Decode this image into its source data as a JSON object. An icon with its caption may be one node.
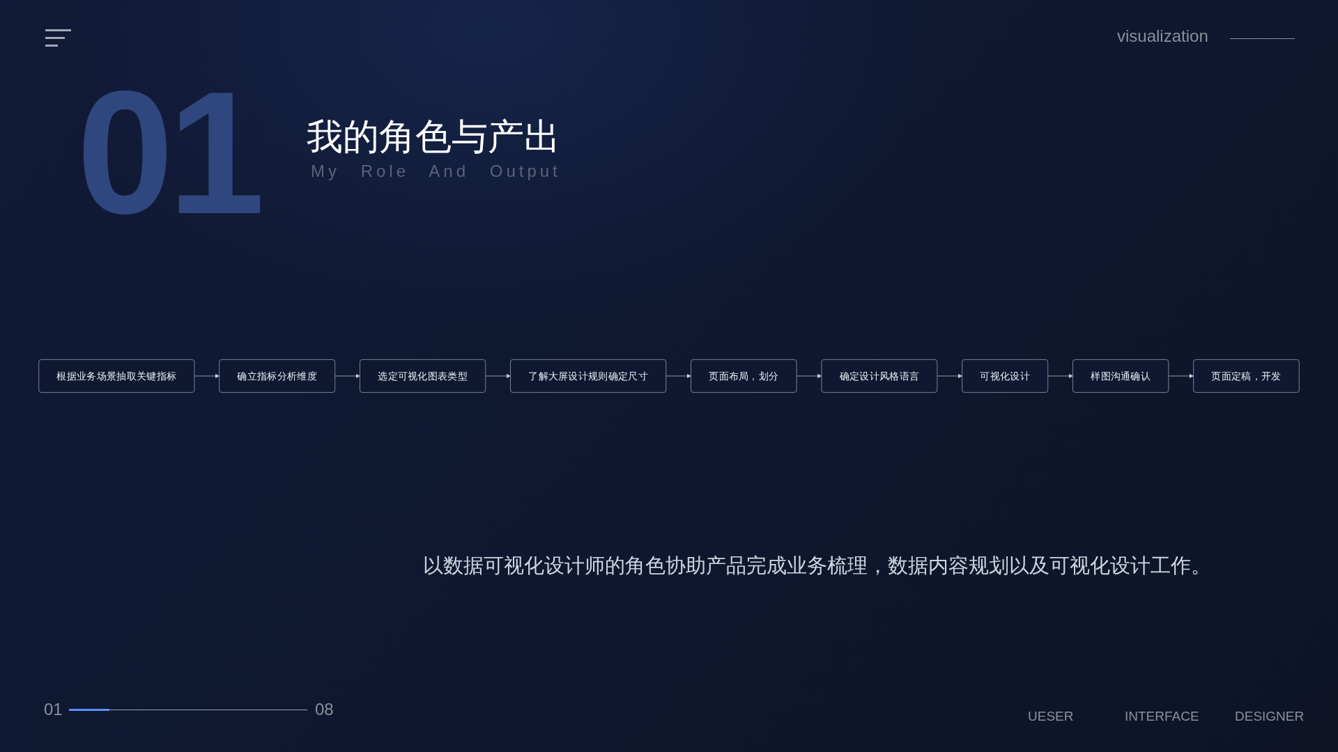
{
  "diagram": {
    "title": "我的角色与产出",
    "nodes": [
      {
        "text": [
          "根据业务场景抽取关键指标"
        ]
      },
      {
        "text": [
          "确立指标分析维度"
        ]
      },
      {
        "text": [
          "选定可视化图表类型"
        ]
      },
      {
        "text": [
          "了解大屏设计规则确定尺寸"
        ]
      },
      {
        "text": [
          "样图沟通确认"
        ]
      },
      {
        "text": [
          "可视化设计"
        ]
      },
      {
        "text": [
          "确定设计风格语言"
        ]
      },
      {
        "text": [
          "页面布局，划分"
        ]
      },
      {
        "text": [
          "页面定稿，开发"
        ]
      }
    ],
    "edges": [
      {
        "from": 0,
        "to": 1,
        "arrow": "to"
      },
      {
        "from": 1,
        "to": 2,
        "arrow": "to"
      },
      {
        "from": 2,
        "to": 3,
        "arrow": "to"
      },
      {
        "from": 3,
        "to": 7,
        "arrow": "to"
      },
      {
        "from": 7,
        "to": 6,
        "arrow": "to"
      },
      {
        "from": 6,
        "to": 5,
        "arrow": "to"
      },
      {
        "from": 5,
        "to": 4,
        "arrow": "to"
      },
      {
        "from": 4,
        "to": 8,
        "arrow": "to"
      }
    ],
    "labels": [
      "visualization",
      "01",
      "My Role And Output",
      "以数据可视化设计师的角色协助产品完成业务梳理，数据内容规划以及可视化设计工作。",
      "01",
      "08",
      "UESER",
      "INTERFACE",
      "DESIGNER"
    ]
  }
}
